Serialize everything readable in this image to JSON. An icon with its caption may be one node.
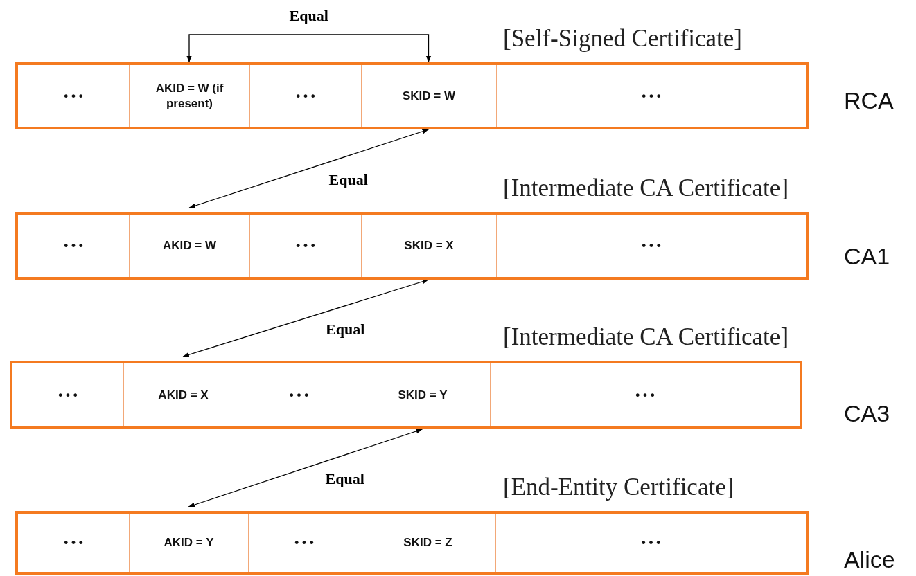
{
  "diagram": {
    "nodes": [
      {
        "text": [
          "[Self-Signed Certificate]"
        ],
        "beside": [
          "RCA"
        ]
      },
      {
        "text": [
          "• • •"
        ],
        "in": 0
      },
      {
        "text": [
          "AKID = W (if present)"
        ],
        "in": 0
      },
      {
        "text": [
          "• • •"
        ],
        "in": 0
      },
      {
        "text": [
          "SKID = W"
        ],
        "in": 0
      },
      {
        "text": [
          "• • •"
        ],
        "in": 0
      },
      {
        "text": [
          "[Intermediate CA Certificate]"
        ],
        "beside": [
          "CA1"
        ]
      },
      {
        "text": [
          "• • •"
        ],
        "in": 6
      },
      {
        "text": [
          "AKID = W"
        ],
        "in": 6
      },
      {
        "text": [
          "• • •"
        ],
        "in": 6
      },
      {
        "text": [
          "SKID = X"
        ],
        "in": 6
      },
      {
        "text": [
          "• • •"
        ],
        "in": 6
      },
      {
        "text": [
          "[Intermediate CA Certificate]"
        ],
        "beside": [
          "CA3"
        ]
      },
      {
        "text": [
          "• • •"
        ],
        "in": 12
      },
      {
        "text": [
          "AKID = X"
        ],
        "in": 12
      },
      {
        "text": [
          "• • •"
        ],
        "in": 12
      },
      {
        "text": [
          "SKID = Y"
        ],
        "in": 12
      },
      {
        "text": [
          "• • •"
        ],
        "in": 12
      },
      {
        "text": [
          "[End-Entity Certificate]"
        ],
        "beside": [
          "Alice"
        ]
      },
      {
        "text": [
          "• • •"
        ],
        "in": 18
      },
      {
        "text": [
          "AKID = Y"
        ],
        "in": 18
      },
      {
        "text": [
          "• • •"
        ],
        "in": 18
      },
      {
        "text": [
          "SKID = Z"
        ],
        "in": 18
      },
      {
        "text": [
          "• • •"
        ],
        "in": 18
      }
    ],
    "edges": [
      {
        "from": 2,
        "to": 4,
        "arrow": "both",
        "label": "Equal"
      },
      {
        "from": 4,
        "to": 8,
        "arrow": "both",
        "label": "Equal"
      },
      {
        "from": 10,
        "to": 14,
        "arrow": "both",
        "label": "Equal"
      },
      {
        "from": 16,
        "to": 20,
        "arrow": "both",
        "label": "Equal"
      }
    ]
  }
}
